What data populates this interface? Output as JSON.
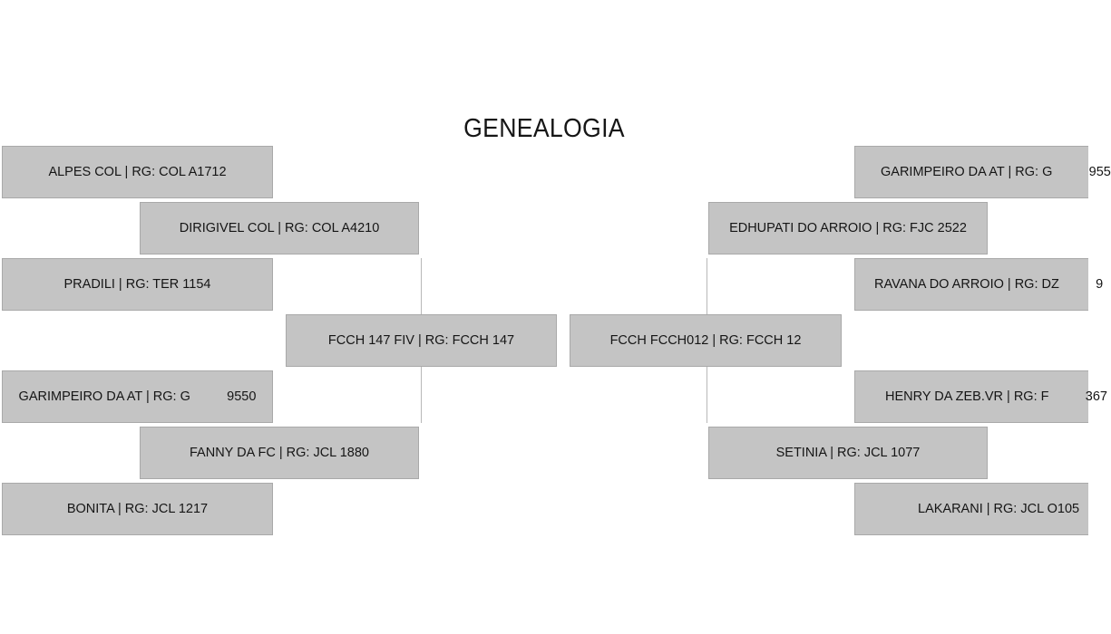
{
  "title": "GENEALOGIA",
  "left": {
    "sire": "FCCH 147 FIV | RG: FCCH 147",
    "paternal_grandsire": "DIRIGIVEL COL | RG: COL A4210",
    "paternal_grandsire_sire": "ALPES COL | RG: COL A1712",
    "paternal_grandsire_dam": "PRADILI | RG: TER 1154",
    "paternal_granddam": "FANNY DA FC | RG: JCL 1880",
    "paternal_granddam_sire": "GARIMPEIRO DA AT | RG: G          9550",
    "paternal_granddam_dam": "BONITA | RG: JCL 1217"
  },
  "right": {
    "dam": "FCCH FCCH012 | RG: FCCH 12",
    "maternal_grandsire": "EDHUPATI DO ARROIO | RG: FJC 2522",
    "maternal_grandsire_sire": "GARIMPEIRO DA AT | RG: G          955",
    "maternal_grandsire_dam": "RAVANA DO ARROIO | RG: DZ          9",
    "maternal_granddam": "SETINIA | RG: JCL 1077",
    "maternal_granddam_sire": "HENRY DA ZEB.VR | RG: F          367",
    "maternal_granddam_dam": "LAKARANI | RG: JCL O105"
  }
}
